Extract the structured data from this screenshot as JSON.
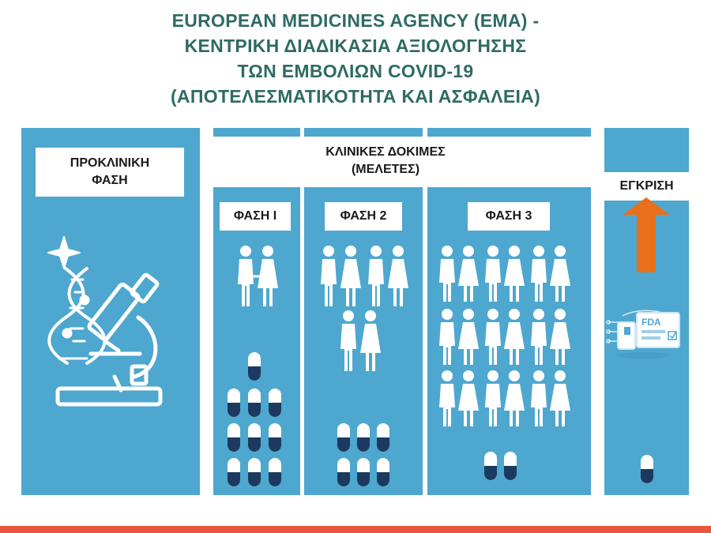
{
  "title": {
    "lines": [
      "EUROPEAN MEDICINES AGENCY (EMA) -",
      "ΚΕΝΤΡΙΚΗ ΔΙΑΔΙΚΑΣΙΑ ΑΞΙΟΛΟΓΗΣΗΣ",
      "ΤΩΝ ΕΜΒΟΛΙΩΝ COVID-19",
      "(ΑΠΟΤΕΛΕΣΜΑΤΙΚΟΤΗΤΑ ΚΑΙ ΑΣΦΑΛΕΙΑ)"
    ]
  },
  "colors": {
    "title": "#2e6b63",
    "panel": "#4ea7cf",
    "white": "#ffffff",
    "navy": "#1c3a5f",
    "arrow": "#e8701c",
    "bar": "#e9573f"
  },
  "preclinical": {
    "label_line1": "ΠΡΟΚΛΙΝΙΚΗ",
    "label_line2": "ΦΑΣΗ",
    "icon": "microscope-dna-icon"
  },
  "clinical": {
    "header_line1": "ΚΛΙΝΙΚΕΣ ΔΟΚΙΜΕΣ",
    "header_line2": "(ΜΕΛΕΤΕΣ)",
    "phases": [
      {
        "label": "ΦΑΣΗ Ι",
        "people_pairs": 1,
        "pills": 10
      },
      {
        "label": "ΦΑΣΗ 2",
        "people_pairs": 3,
        "pills": 6
      },
      {
        "label": "ΦΑΣΗ 3",
        "people_pairs": 9,
        "pills": 2
      }
    ]
  },
  "approval": {
    "label": "ΕΓΚΡΙΣΗ",
    "badge": "FDA",
    "pills": 1,
    "icon": "fda-approval-icon"
  }
}
